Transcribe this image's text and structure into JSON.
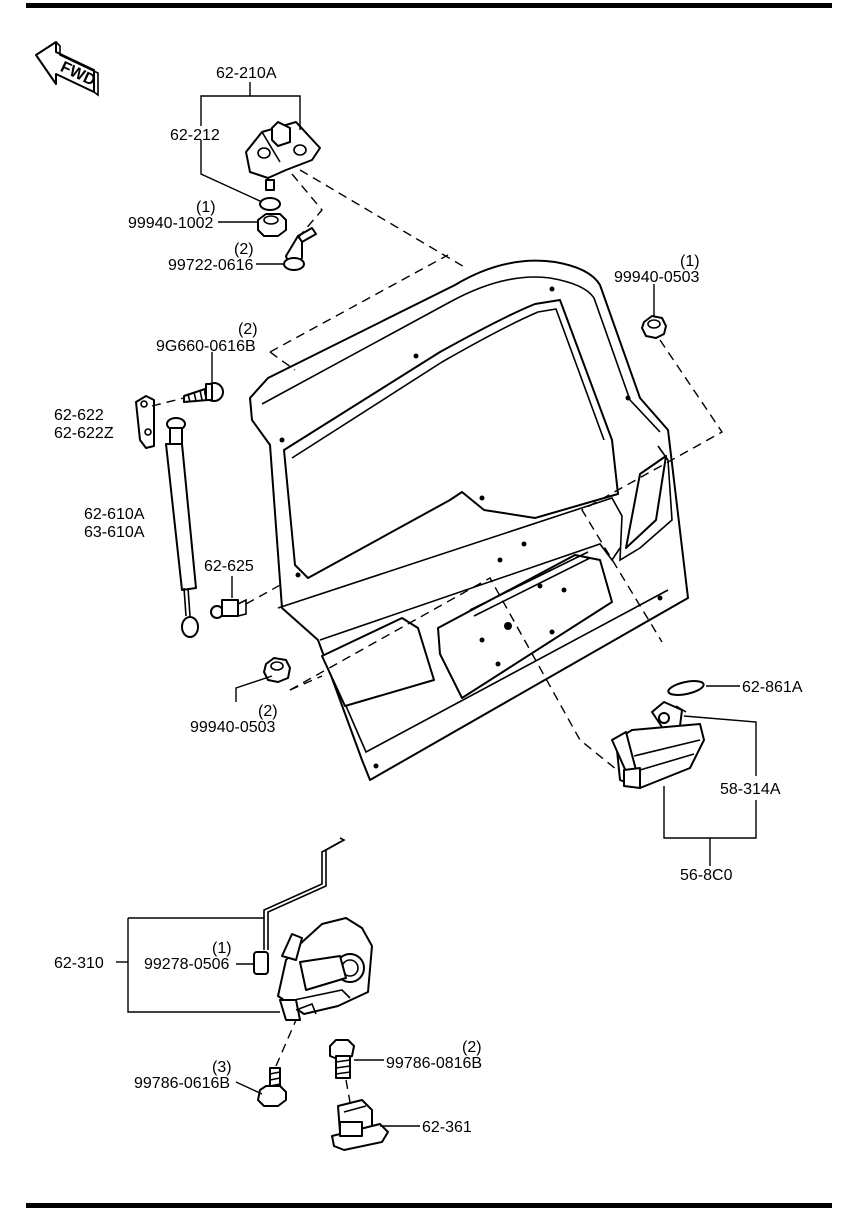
{
  "fwd_label": "FWD",
  "parts": {
    "hinge_assy": "62-210A",
    "hinge": "62-212",
    "nut_qty": "(1)",
    "nut": "99940-1002",
    "bolt_qty": "(2)",
    "bolt": "99722-0616",
    "strut_bolt_qty": "(2)",
    "strut_bolt": "9G660-0616B",
    "bracket_l": "62-622",
    "bracket_r": "62-622Z",
    "strut_l": "62-610A",
    "strut_r": "63-610A",
    "ball_stud": "62-625",
    "nut_upper_qty": "(1)",
    "nut_upper": "99940-0503",
    "nut_lower_qty": "(2)",
    "nut_lower": "99940-0503",
    "gasket": "62-861A",
    "switch": "58-314A",
    "handle_assy": "56-8C0",
    "lock": "62-310",
    "clip_qty": "(1)",
    "clip": "99278-0506",
    "bolt_lock_qty": "(3)",
    "bolt_lock": "99786-0616B",
    "bolt_striker_qty": "(2)",
    "bolt_striker": "99786-0816B",
    "striker": "62-361"
  }
}
